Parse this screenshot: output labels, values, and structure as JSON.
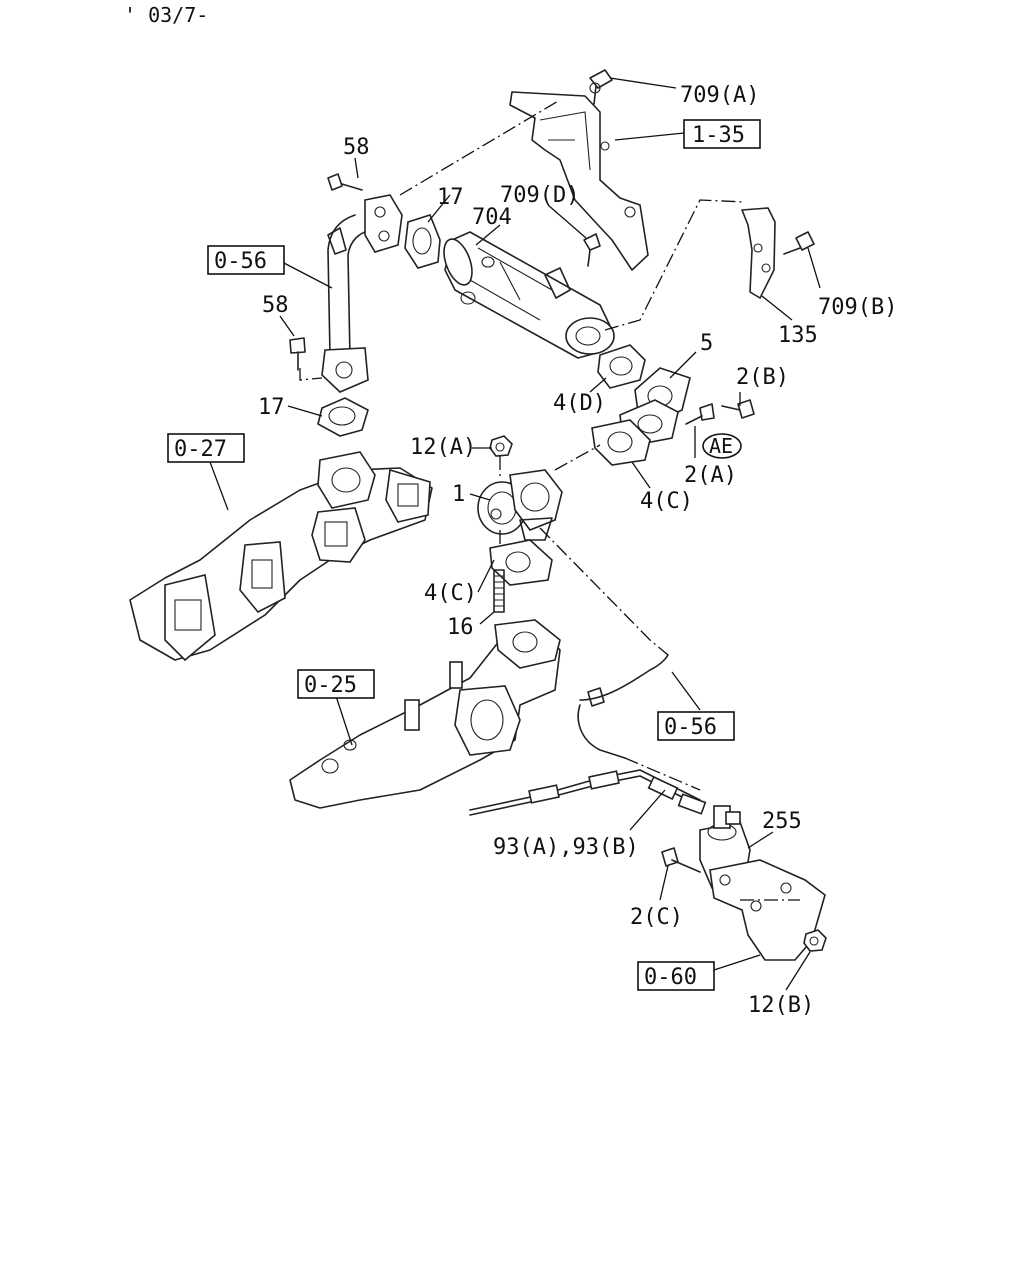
{
  "header": {
    "date_code": "' 03/7-"
  },
  "labels": {
    "p709a": "709(A)",
    "ref_1_35": "1-35",
    "p58_top": "58",
    "p17_top": "17",
    "p704": "704",
    "p709d": "709(D)",
    "ref_0_56_top": "0-56",
    "p709b": "709(B)",
    "p135": "135",
    "p58_mid": "58",
    "p5": "5",
    "p2b": "2(B)",
    "p4d": "4(D)",
    "p17_mid": "17",
    "ref_0_27": "0-27",
    "p12a": "12(A)",
    "badge_ae": "AE",
    "p2a": "2(A)",
    "p1": "1",
    "p4c_right": "4(C)",
    "p4c_left": "4(C)",
    "p16": "16",
    "ref_0_25": "0-25",
    "ref_0_56_bottom": "0-56",
    "p255": "255",
    "p93": "93(A),93(B)",
    "p2c": "2(C)",
    "ref_0_60": "0-60",
    "p12b": "12(B)"
  }
}
